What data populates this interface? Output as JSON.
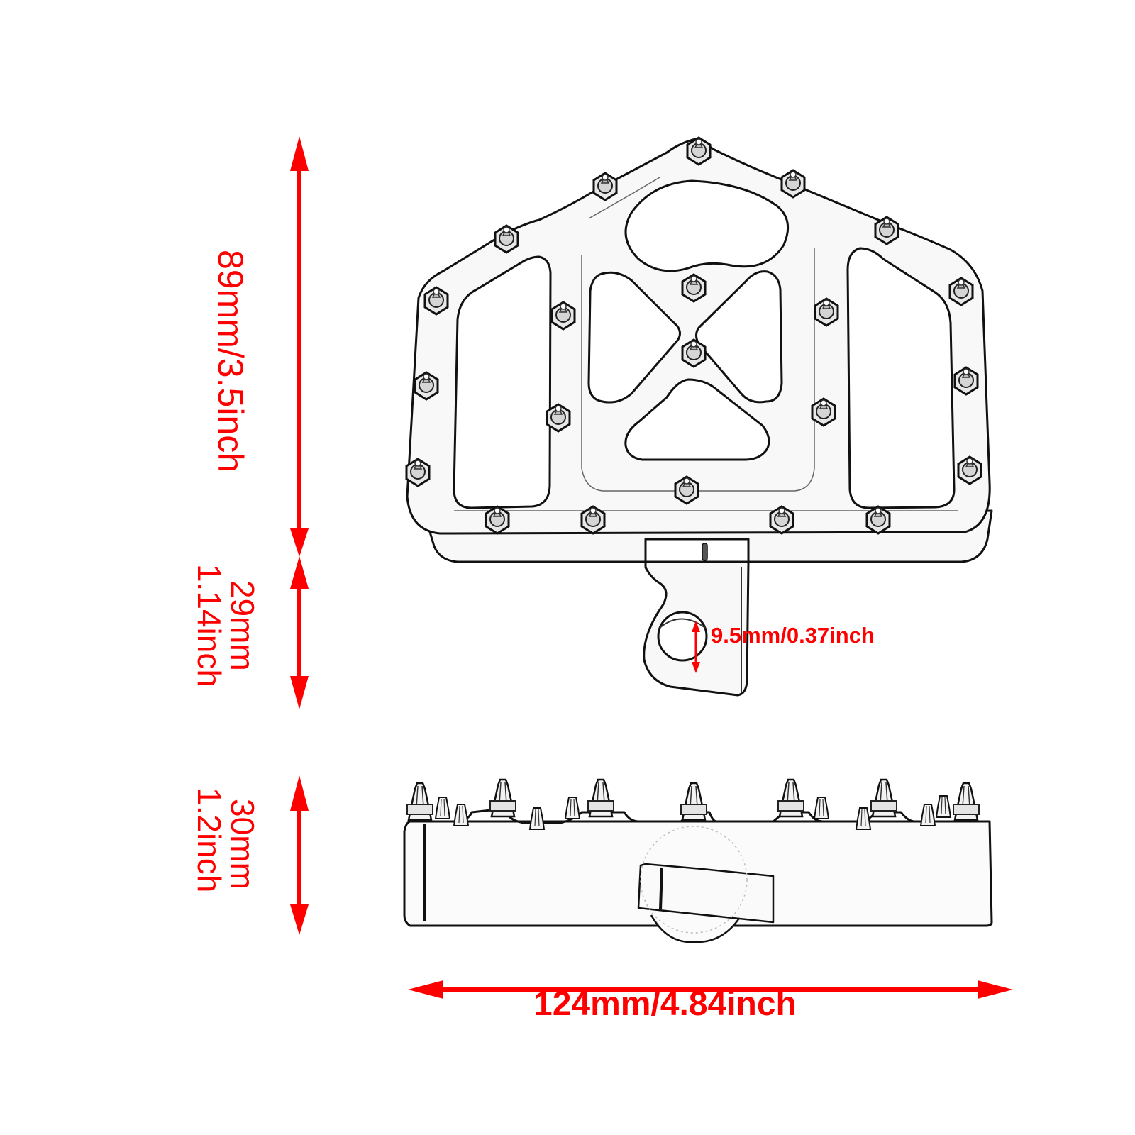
{
  "diagram": {
    "subject": "Motorcycle foot peg / brake pedal pad — technical dimension drawing",
    "views": [
      {
        "name": "top-view",
        "description": "Top view of cleated pedal pad with mounting tab"
      },
      {
        "name": "side-view",
        "description": "Side view showing height with cleats"
      }
    ],
    "colors": {
      "dimension": "#ff0000",
      "line_art": "#111111",
      "background": "#ffffff",
      "part_fill": "#f7f7f7"
    },
    "dimensions": {
      "pad_length": {
        "label": "89mm/3.5inch",
        "orientation": "vertical"
      },
      "tab_length": {
        "label_mm": "29mm",
        "label_in": "1.14inch",
        "orientation": "vertical"
      },
      "hole_diameter": {
        "label": "9.5mm/0.37inch",
        "orientation": "vertical"
      },
      "height": {
        "label_mm": "30mm",
        "label_in": "1.2inch",
        "orientation": "vertical"
      },
      "width": {
        "label": "124mm/4.84inch",
        "orientation": "horizontal"
      }
    }
  }
}
